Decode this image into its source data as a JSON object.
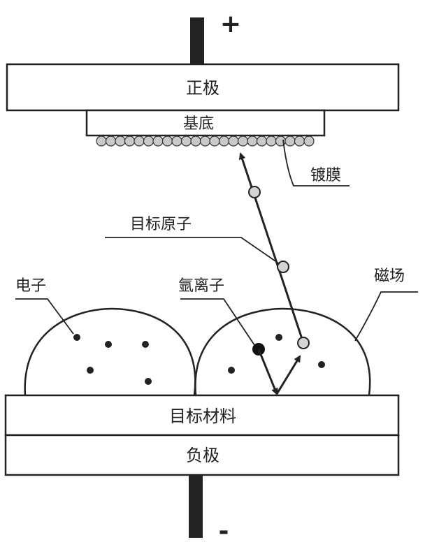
{
  "diagram": {
    "labels": {
      "anode": "正极",
      "substrate": "基底",
      "coating": "镀膜",
      "target_atom": "目标原子",
      "electron": "电子",
      "argon_ion": "氩离子",
      "magnetic_field": "磁场",
      "target_material": "目标材料",
      "cathode": "负极",
      "plus_sign": "+",
      "minus_sign": "-"
    },
    "colors": {
      "ink": "#222222",
      "film_bead": "#c9c9c9",
      "atom": "#d4d4d4",
      "background": "#ffffff"
    }
  }
}
